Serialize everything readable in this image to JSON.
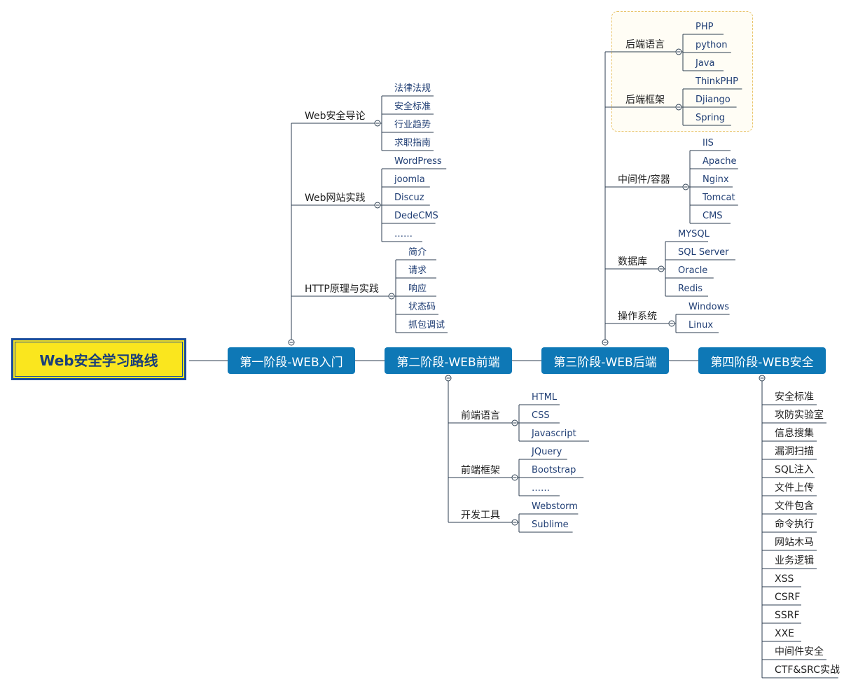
{
  "root": {
    "label": "Web安全学习路线"
  },
  "stages": [
    {
      "id": "s1",
      "label": "第一阶段-WEB入门"
    },
    {
      "id": "s2",
      "label": "第二阶段-WEB前端"
    },
    {
      "id": "s3",
      "label": "第三阶段-WEB后端"
    },
    {
      "id": "s4",
      "label": "第四阶段-WEB安全"
    }
  ],
  "stage1": {
    "groups": [
      {
        "label": "Web安全导论",
        "items": [
          "法律法规",
          "安全标准",
          "行业趋势",
          "求职指南"
        ]
      },
      {
        "label": "Web网站实践",
        "items": [
          "WordPress",
          "joomla",
          "Discuz",
          "DedeCMS",
          "……"
        ]
      },
      {
        "label": "HTTP原理与实践",
        "items": [
          "简介",
          "请求",
          "响应",
          "状态码",
          "抓包调试"
        ]
      }
    ]
  },
  "stage2": {
    "groups": [
      {
        "label": "前端语言",
        "items": [
          "HTML",
          "CSS",
          "Javascript"
        ]
      },
      {
        "label": "前端框架",
        "items": [
          "JQuery",
          "Bootstrap",
          "……"
        ]
      },
      {
        "label": "开发工具",
        "items": [
          "Webstorm",
          "Sublime"
        ]
      }
    ]
  },
  "stage3": {
    "groups": [
      {
        "label": "后端语言",
        "items": [
          "PHP",
          "python",
          "Java"
        ]
      },
      {
        "label": "后端框架",
        "items": [
          "ThinkPHP",
          "Djiango",
          "Spring"
        ]
      },
      {
        "label": "中间件/容器",
        "items": [
          "IIS",
          "Apache",
          "Nginx",
          "Tomcat",
          "CMS"
        ]
      },
      {
        "label": "数据库",
        "items": [
          "MYSQL",
          "SQL Server",
          "Oracle",
          "Redis"
        ]
      },
      {
        "label": "操作系统",
        "items": [
          "Windows",
          "Linux"
        ]
      }
    ]
  },
  "stage4": {
    "items": [
      "安全标准",
      "攻防实验室",
      "信息搜集",
      "漏洞扫描",
      "SQL注入",
      "文件上传",
      "文件包含",
      "命令执行",
      "网站木马",
      "业务逻辑",
      "XSS",
      "CSRF",
      "SSRF",
      "XXE",
      "中间件安全",
      "CTF&SRC实战"
    ]
  }
}
